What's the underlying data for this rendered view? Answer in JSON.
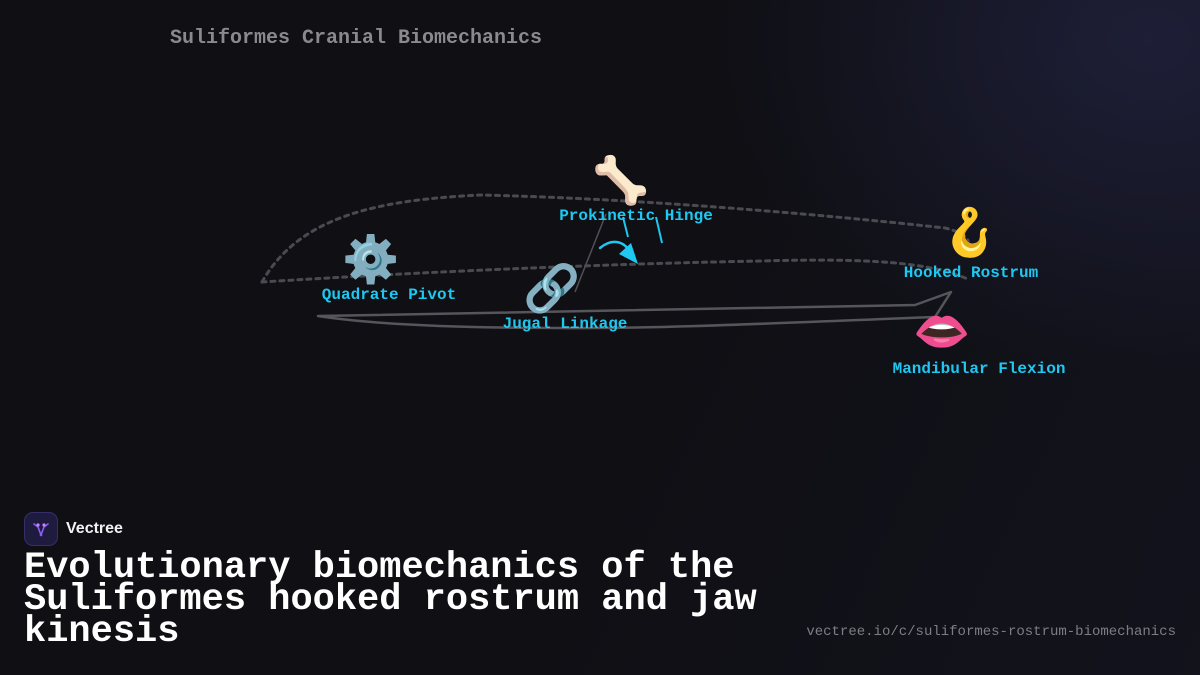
{
  "diagram": {
    "title": "Suliformes Cranial Biomechanics",
    "nodes": [
      {
        "id": "quadrate",
        "label": "Quadrate Pivot",
        "icon": "gear-icon",
        "glyph": "⚙️"
      },
      {
        "id": "prokinetic",
        "label": "Prokinetic Hinge",
        "icon": "bone-icon",
        "glyph": "🦴"
      },
      {
        "id": "jugal",
        "label": "Jugal Linkage",
        "icon": "chain-link-icon",
        "glyph": "🔗"
      },
      {
        "id": "rostrum",
        "label": "Hooked Rostrum",
        "icon": "hook-icon",
        "glyph": "🪝"
      },
      {
        "id": "mandible",
        "label": "Mandibular Flexion",
        "icon": "mouth-icon",
        "glyph": "👄"
      }
    ],
    "colors": {
      "label": "#1ec8f0",
      "accent_arrow": "#1ec8f0",
      "outline": "#4a4a50",
      "background": "#0f0f14"
    }
  },
  "brand": {
    "name": "Vectree",
    "logo_icon": "vectree-logo-icon",
    "accent": "#8b5cf6"
  },
  "headline": "Evolutionary biomechanics of the Suliformes hooked rostrum and jaw kinesis",
  "source_url": "vectree.io/c/suliformes-rostrum-biomechanics"
}
